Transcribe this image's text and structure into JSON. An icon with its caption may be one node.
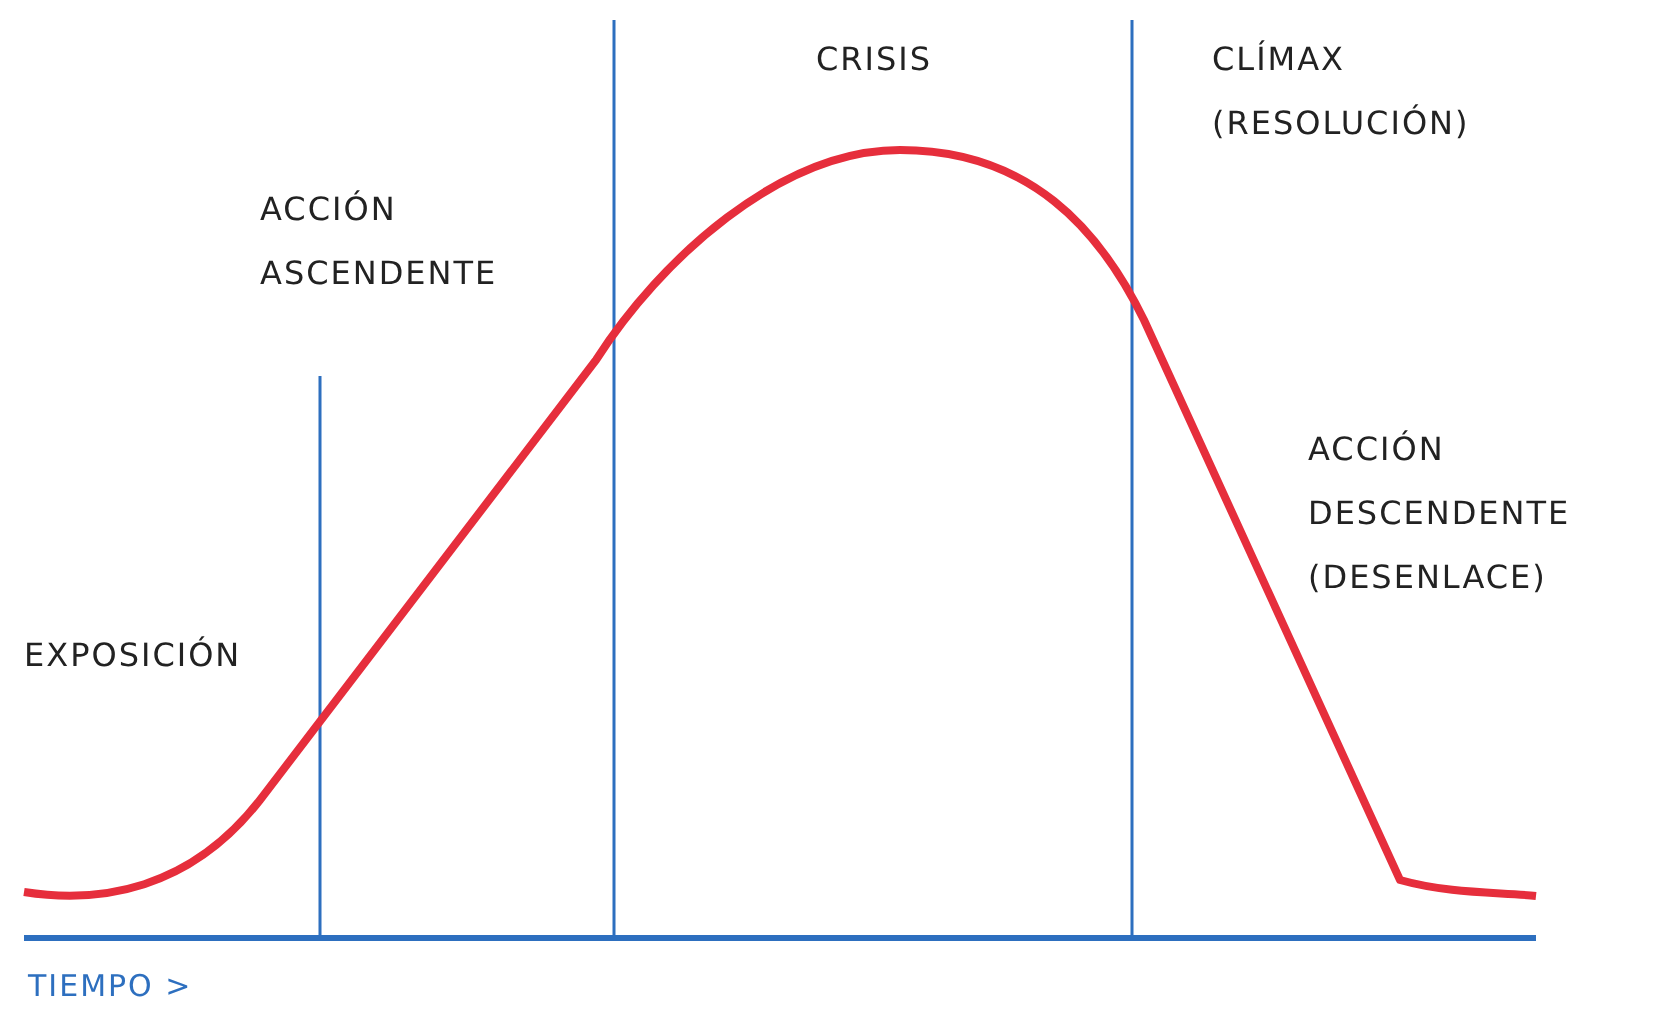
{
  "diagram": {
    "labels": [
      "CRISIS",
      "CLÍMAX (RESOLUCIÓN)",
      "ACCIÓN ASCENDENTE",
      "ACCIÓN DESCENDENTE (DESENLACE)",
      "EXPOSICIÓN",
      "TIEMPO >"
    ]
  }
}
